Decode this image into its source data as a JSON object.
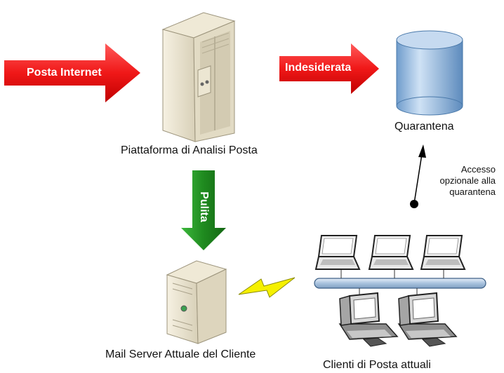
{
  "nodes": {
    "platform_label": "Piattaforma di Analisi Posta",
    "quarantine_label": "Quarantena",
    "mail_server_label": "Mail Server Attuale del Cliente",
    "clients_label": "Clienti di Posta attuali"
  },
  "arrows": {
    "internet_mail": "Posta Internet",
    "unwanted": "Indesiderata",
    "clean": "Pulita"
  },
  "note": {
    "line1": "Accesso",
    "line2": "opzionale alla",
    "line3": "quarantena"
  },
  "colors": {
    "red_arrow": "#f01818",
    "green_arrow": "#1f8a1f",
    "cylinder": "#8fb8e0",
    "network_bar": "#b8cfe6",
    "lightning": "#f5f000"
  }
}
